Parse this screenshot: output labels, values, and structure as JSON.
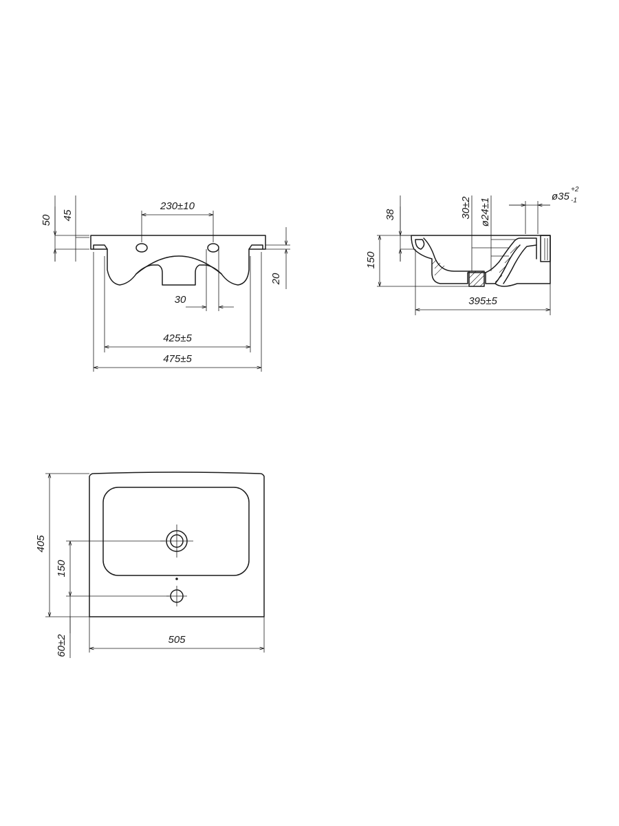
{
  "front_view": {
    "dim_height_total": "50",
    "dim_height_rim": "45",
    "dim_tap_holes": "230±10",
    "dim_overflow_depth": "20",
    "dim_overflow_offset": "30",
    "dim_inner_width": "425±5",
    "dim_outer_width": "475±5"
  },
  "side_view": {
    "dim_rim_height": "38",
    "dim_total_height": "150",
    "dim_drain_offset": "30±2",
    "dim_drain_diameter": "ø24±1",
    "dim_outlet_diameter": "ø35",
    "dim_outlet_tol_upper": "+2",
    "dim_outlet_tol_lower": "-1",
    "dim_depth": "395±5"
  },
  "top_view": {
    "dim_depth": "405",
    "dim_drain_to_tap": "150",
    "dim_tap_from_back": "60±2",
    "dim_width": "505"
  }
}
